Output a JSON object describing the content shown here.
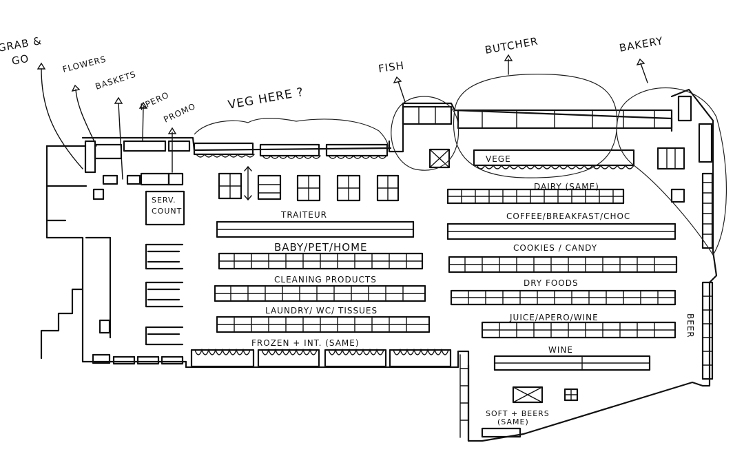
{
  "labels": {
    "grab_go_1": "GRAB &",
    "grab_go_2": "GO",
    "flowers": "FLOWERS",
    "baskets": "BASKETS",
    "apero": "APERO",
    "promo": "PROMO",
    "veg_here": "VEG HERE ?",
    "fish": "FISH",
    "butcher": "BUTCHER",
    "bakery": "BAKERY",
    "vege": "VEGE",
    "dairy": "DAIRY (SAME)",
    "serv_count_1": "SERV.",
    "serv_count_2": "COUNT",
    "traiteur": "TRAITEUR",
    "coffee": "COFFEE/BREAKFAST/CHOC",
    "baby_pet_home": "BABY/PET/HOME",
    "cookies": "COOKIES / CANDY",
    "cleaning": "CLEANING PRODUCTS",
    "dry_foods": "DRY FOODS",
    "laundry": "LAUNDRY/ WC/ TISSUES",
    "juice": "JUICE/APERO/WINE",
    "frozen": "FROZEN + INT. (SAME)",
    "wine": "WINE",
    "beer": "BEER",
    "soft_beers_1": "SOFT + BEERS",
    "soft_beers_2": "(SAME)"
  }
}
